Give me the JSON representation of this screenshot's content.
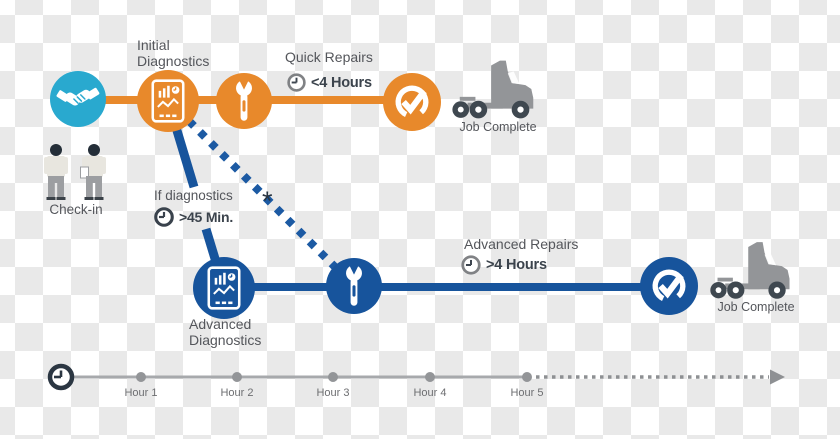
{
  "stage_labels": {
    "check_in": "Check-in",
    "initial_diagnostics": "Initial\nDiagnostics",
    "advanced_diagnostics": "Advanced\nDiagnostics"
  },
  "quick_path": {
    "title": "Quick Repairs",
    "duration": "<4 Hours",
    "job_complete": "Job Complete"
  },
  "branch": {
    "condition": "If diagnostics",
    "threshold": ">45 Min.",
    "footnote_marker": "*"
  },
  "advanced_path": {
    "title": "Advanced Repairs",
    "duration": ">4 Hours",
    "job_complete": "Job Complete"
  },
  "timeline": {
    "hours": [
      "Hour 1",
      "Hour 2",
      "Hour 3",
      "Hour 4",
      "Hour 5"
    ]
  },
  "icons": {
    "handshake": "handshake-icon",
    "diagnostics_tablet": "diagnostics-tablet-icon",
    "wrench": "wrench-icon",
    "check_ring": "check-ring-icon",
    "truck": "truck-icon",
    "people": "checkin-people-icon",
    "clock": "clock-icon",
    "timeline_clock": "timeline-clock-icon",
    "arrow": "timeline-arrow-icon"
  },
  "colors": {
    "orange": "#E8892B",
    "cyan": "#29A9CF",
    "blue": "#17549C",
    "text": "#54565B",
    "text_bold": "#3B434C",
    "timeline_line": "#A7A9AC",
    "timeline_dot": "#939598",
    "truck_body": "#939598",
    "truck_wheel": "#3F4850"
  }
}
